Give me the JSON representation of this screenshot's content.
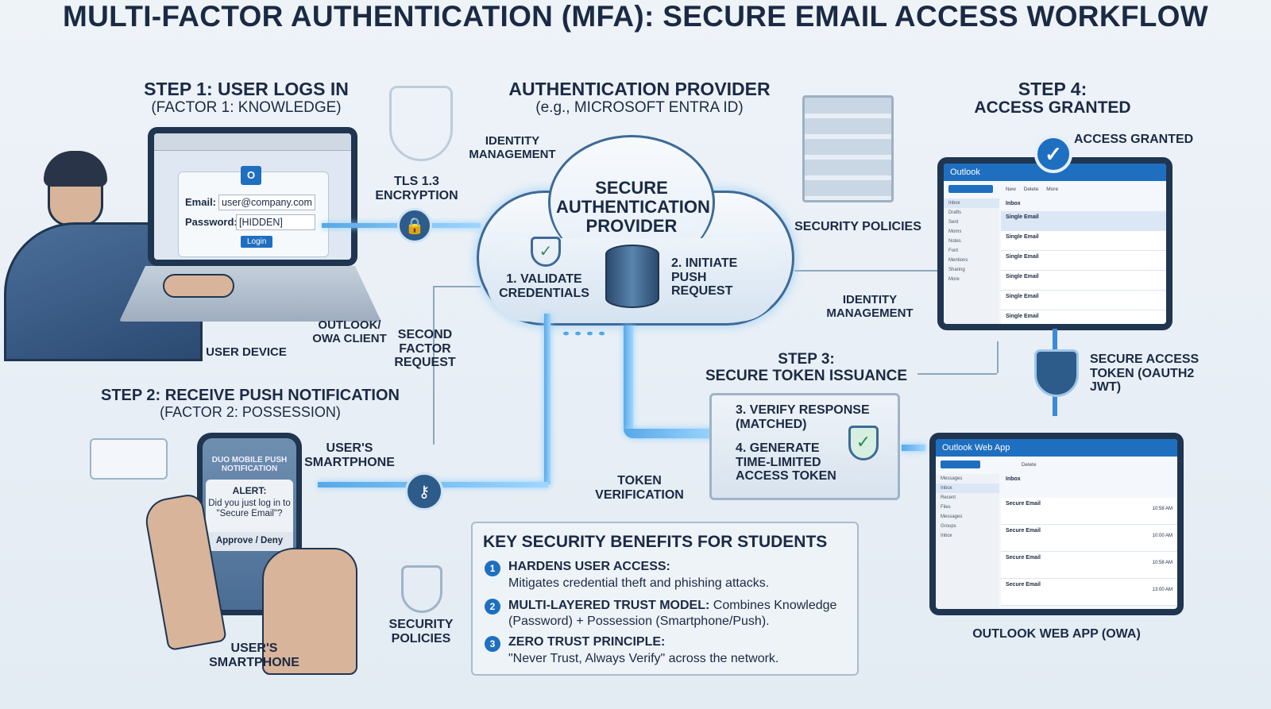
{
  "title": "MULTI-FACTOR AUTHENTICATION (MFA): SECURE EMAIL ACCESS WORKFLOW",
  "step1": {
    "title": "STEP 1: USER LOGS IN",
    "subtitle": "(FACTOR 1: KNOWLEDGE)",
    "email_label": "Email:",
    "email_value": "user@company.com",
    "password_label": "Password:",
    "password_value": "[HIDDEN]",
    "login_button": "Login",
    "device_label": "USER DEVICE",
    "client_label": "OUTLOOK/ OWA CLIENT"
  },
  "tls": {
    "label": "TLS 1.3 ENCRYPTION"
  },
  "provider": {
    "title": "AUTHENTICATION PROVIDER",
    "subtitle": "(e.g., MICROSOFT ENTRA ID)",
    "identity_label": "IDENTITY MANAGEMENT",
    "cloud_title": "SECURE AUTHENTICATION PROVIDER",
    "validate": "1. VALIDATE CREDENTIALS",
    "push": "2. INITIATE PUSH REQUEST"
  },
  "security_policies_top": "SECURITY POLICIES",
  "identity_management_right": "IDENTITY MANAGEMENT",
  "step4": {
    "title": "STEP 4:",
    "subtitle": "ACCESS GRANTED",
    "badge": "ACCESS GRANTED"
  },
  "outlook1": {
    "app_title": "Outlook",
    "new_button": "New",
    "delete_button": "Delete",
    "more_button": "More",
    "inbox": "Inbox",
    "folders": [
      "Inbox",
      "Drafts",
      "Sent",
      "Moms",
      "Notes",
      "Font",
      "Mentions",
      "Sharing",
      "More"
    ],
    "emails": [
      "Single Email",
      "Single Email",
      "Single Email",
      "Single Email",
      "Single Email",
      "Single Email"
    ]
  },
  "token": {
    "label": "SECURE ACCESS TOKEN (OAUTH2 JWT)"
  },
  "step3": {
    "title": "STEP 3:",
    "subtitle": "SECURE TOKEN ISSUANCE",
    "verify": "3. VERIFY RESPONSE (MATCHED)",
    "generate": "4. GENERATE TIME-LIMITED ACCESS TOKEN",
    "token_verification": "TOKEN VERIFICATION"
  },
  "outlook2": {
    "app_title": "Outlook Web App",
    "delete_button": "Delete",
    "inbox": "Inbox",
    "folders": [
      "Messages",
      "Inbox",
      "Recent",
      "Files",
      "Messages",
      "Groups",
      "Inbox"
    ],
    "emails": [
      {
        "title": "Secure Email",
        "time": "10:58 AM"
      },
      {
        "title": "Secure Email",
        "time": "10:00 AM"
      },
      {
        "title": "Secure Email",
        "time": "10:58 AM"
      },
      {
        "title": "Secure Email",
        "time": "13:00 AM"
      }
    ],
    "caption": "OUTLOOK WEB APP (OWA)"
  },
  "step2": {
    "title": "STEP 2: RECEIVE PUSH NOTIFICATION",
    "subtitle": "(FACTOR 2: POSSESSION)",
    "phone_header": "DUO MOBILE PUSH NOTIFICATION",
    "alert": "ALERT:",
    "question": "Did you just log in to \"Secure Email\"?",
    "actions": "Approve / Deny",
    "smartphone_label": "USER'S SMARTPHONE",
    "smartphone_label2": "USER'S SMARTPHONE",
    "second_factor": "SECOND FACTOR REQUEST"
  },
  "security_policies_bottom": "SECURITY POLICIES",
  "benefits": {
    "title": "KEY SECURITY BENEFITS FOR STUDENTS",
    "items": [
      {
        "num": "1",
        "head": "HARDENS USER ACCESS:",
        "text": "Mitigates credential theft and phishing attacks."
      },
      {
        "num": "2",
        "head": "MULTI-LAYERED TRUST MODEL:",
        "text": "Combines Knowledge (Password) + Possession (Smartphone/Push)."
      },
      {
        "num": "3",
        "head": "ZERO TRUST PRINCIPLE:",
        "text": "\"Never Trust, Always Verify\" across the network."
      }
    ]
  },
  "colors": {
    "navy": "#1b2a44",
    "accent": "#1f6fc0",
    "glow": "#57a8e6"
  }
}
